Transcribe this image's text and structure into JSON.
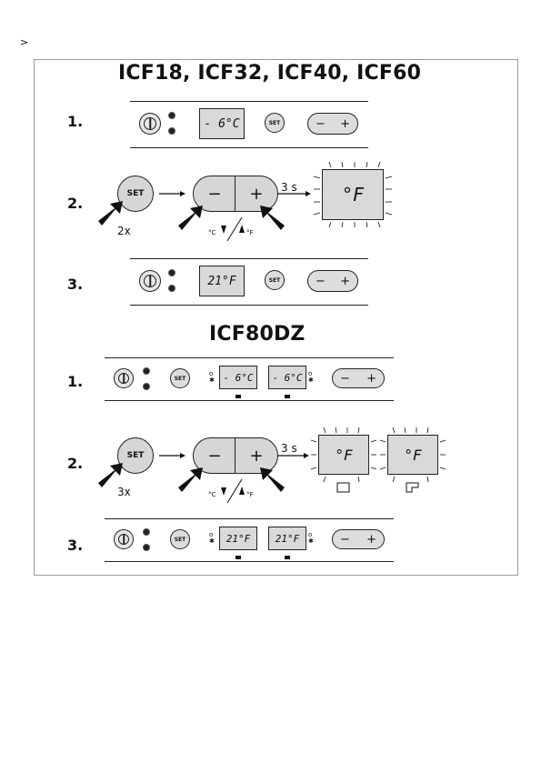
{
  "chevron": ">",
  "section1": {
    "title": "ICF18, ICF32, ICF40, ICF60",
    "step1": {
      "label": "1.",
      "display": "- 6°C"
    },
    "step2": {
      "label": "2.",
      "set_label": "SET",
      "press_count": "2x",
      "minus": "−",
      "plus": "+",
      "hold_time": "3 s",
      "celsius": "°C",
      "fahrenheit": "°F",
      "display": "°F"
    },
    "step3": {
      "label": "3.",
      "display": "21°F"
    },
    "set_small": "SET",
    "minus": "−",
    "plus": "+"
  },
  "section2": {
    "title": "ICF80DZ",
    "step1": {
      "label": "1.",
      "display_left": "- 6°C",
      "display_right": "- 6°C"
    },
    "step2": {
      "label": "2.",
      "set_label": "SET",
      "press_count": "3x",
      "minus": "−",
      "plus": "+",
      "hold_time": "3 s",
      "celsius": "°C",
      "fahrenheit": "°F",
      "display_left": "°F",
      "display_right": "°F"
    },
    "step3": {
      "label": "3.",
      "display_left": "21°F",
      "display_right": "21°F"
    },
    "set_small": "SET",
    "minus": "−",
    "plus": "+"
  },
  "icons": [
    "power-knob-icon",
    "led-indicator-icon",
    "snowflake-icon",
    "press-arrow-icon",
    "right-arrow-icon",
    "zone-icon"
  ]
}
